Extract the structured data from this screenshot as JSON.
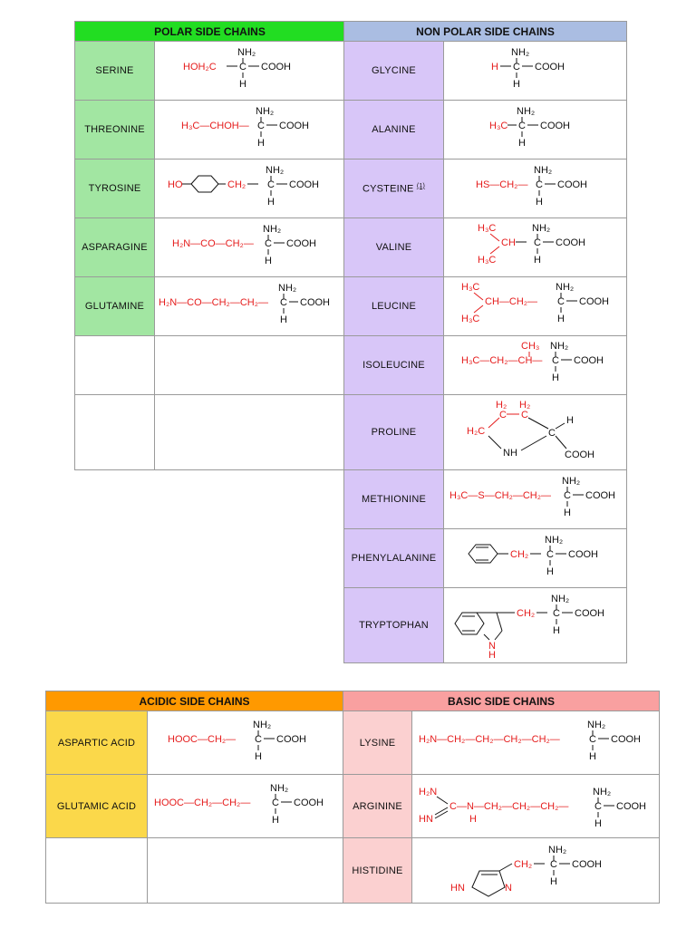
{
  "headers": {
    "polar": "POLAR SIDE CHAINS",
    "nonpolar": "NON POLAR SIDE CHAINS",
    "acidic": "ACIDIC SIDE CHAINS",
    "basic": "BASIC SIDE CHAINS"
  },
  "common": {
    "nh2": "NH₂",
    "h": "H",
    "c": "C",
    "cooh": "COOH"
  },
  "polar": [
    {
      "name": "SERINE",
      "r": "HOH₂C"
    },
    {
      "name": "THREONINE",
      "r": "H₃C—CHOH—"
    },
    {
      "name": "TYROSINE",
      "r1": "HO",
      "r2": "CH₂"
    },
    {
      "name": "ASPARAGINE",
      "r": "H₂N—CO—CH₂—"
    },
    {
      "name": "GLUTAMINE",
      "r": "H₂N—CO—CH₂—CH₂—"
    }
  ],
  "nonpolar": [
    {
      "name": "GLYCINE",
      "r": "H"
    },
    {
      "name": "ALANINE",
      "r": "H₃C"
    },
    {
      "name": "CYSTEINE",
      "footnote": "(1)",
      "r": "HS—CH₂—"
    },
    {
      "name": "VALINE",
      "m1": "H₃C",
      "m2": "H₃C",
      "ch": "CH"
    },
    {
      "name": "LEUCINE",
      "m1": "H₃C",
      "m2": "H₃C",
      "ch": "CH—CH₂—"
    },
    {
      "name": "ISOLEUCINE",
      "top": "CH₃",
      "r": "H₃C—CH₂—CH—"
    },
    {
      "name": "PROLINE",
      "h2a": "H₂",
      "h2b": "H₂",
      "h2c": "H₂C",
      "nh": "NH"
    },
    {
      "name": "METHIONINE",
      "r": "H₃C—S—CH₂—CH₂—"
    },
    {
      "name": "PHENYLALANINE",
      "r": "CH₂"
    },
    {
      "name": "TRYPTOPHAN",
      "r": "CH₂",
      "nh": "N",
      "nhh": "H"
    }
  ],
  "acidic": [
    {
      "name": "ASPARTIC ACID",
      "r": "HOOC—CH₂—"
    },
    {
      "name": "GLUTAMIC ACID",
      "r": "HOOC—CH₂—CH₂—"
    }
  ],
  "basic": [
    {
      "name": "LYSINE",
      "r": "H₂N—CH₂—CH₂—CH₂—CH₂—"
    },
    {
      "name": "ARGININE",
      "h2n": "H₂N",
      "hn": "HN",
      "r": "C—N—CH₂—CH₂—CH₂—",
      "nh": "H"
    },
    {
      "name": "HISTIDINE",
      "r": "CH₂",
      "hn": "HN",
      "n": "N"
    }
  ]
}
